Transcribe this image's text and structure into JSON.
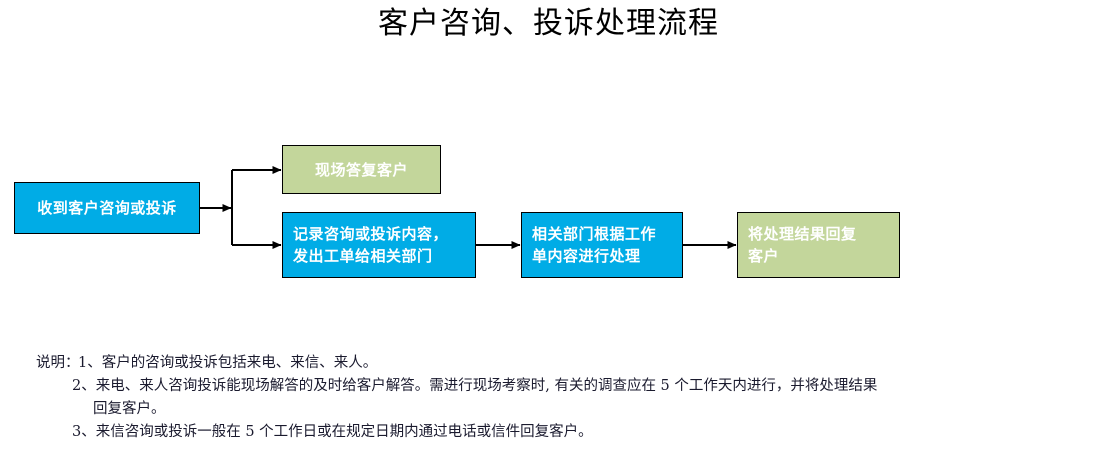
{
  "title": "客户咨询、投诉处理流程",
  "colors": {
    "blue": "#00ace6",
    "green": "#c3d69b",
    "stroke": "#000000",
    "node_text": "#ffffff",
    "note_text": "#1a1a2e",
    "background": "#ffffff"
  },
  "flowchart": {
    "nodes": [
      {
        "id": "receive",
        "label": "收到客户咨询或投诉",
        "fill": "blue"
      },
      {
        "id": "onsite_reply",
        "label": "现场答复客户",
        "fill": "green"
      },
      {
        "id": "record_ticket",
        "label": "记录咨询或投诉内容，\n发出工单给相关部门",
        "fill": "blue"
      },
      {
        "id": "dept_process",
        "label": "相关部门根据工作\n单内容进行处理",
        "fill": "blue"
      },
      {
        "id": "reply_result",
        "label": "将处理结果回复\n客户",
        "fill": "green"
      }
    ],
    "connectors": [
      {
        "from": "receive",
        "to": "branch-junction",
        "style": "arrow"
      },
      {
        "from": "branch-junction",
        "to": "onsite_reply",
        "style": "elbow-up-arrow"
      },
      {
        "from": "branch-junction",
        "to": "record_ticket",
        "style": "elbow-down-arrow"
      },
      {
        "from": "record_ticket",
        "to": "dept_process",
        "style": "arrow"
      },
      {
        "from": "dept_process",
        "to": "reply_result",
        "style": "arrow"
      }
    ]
  },
  "notes": {
    "label": "说明：",
    "items": [
      "1、客户的咨询或投诉包括来电、来信、来人。",
      "2、来电、来人咨询投诉能现场解答的及时给客户解答。需进行现场考察时, 有关的调查应在 5 个工作天内进行，并将处理结果",
      "回复客户。",
      "3、来信咨询或投诉一般在 5 个工作日或在规定日期内通过电话或信件回复客户。"
    ]
  }
}
